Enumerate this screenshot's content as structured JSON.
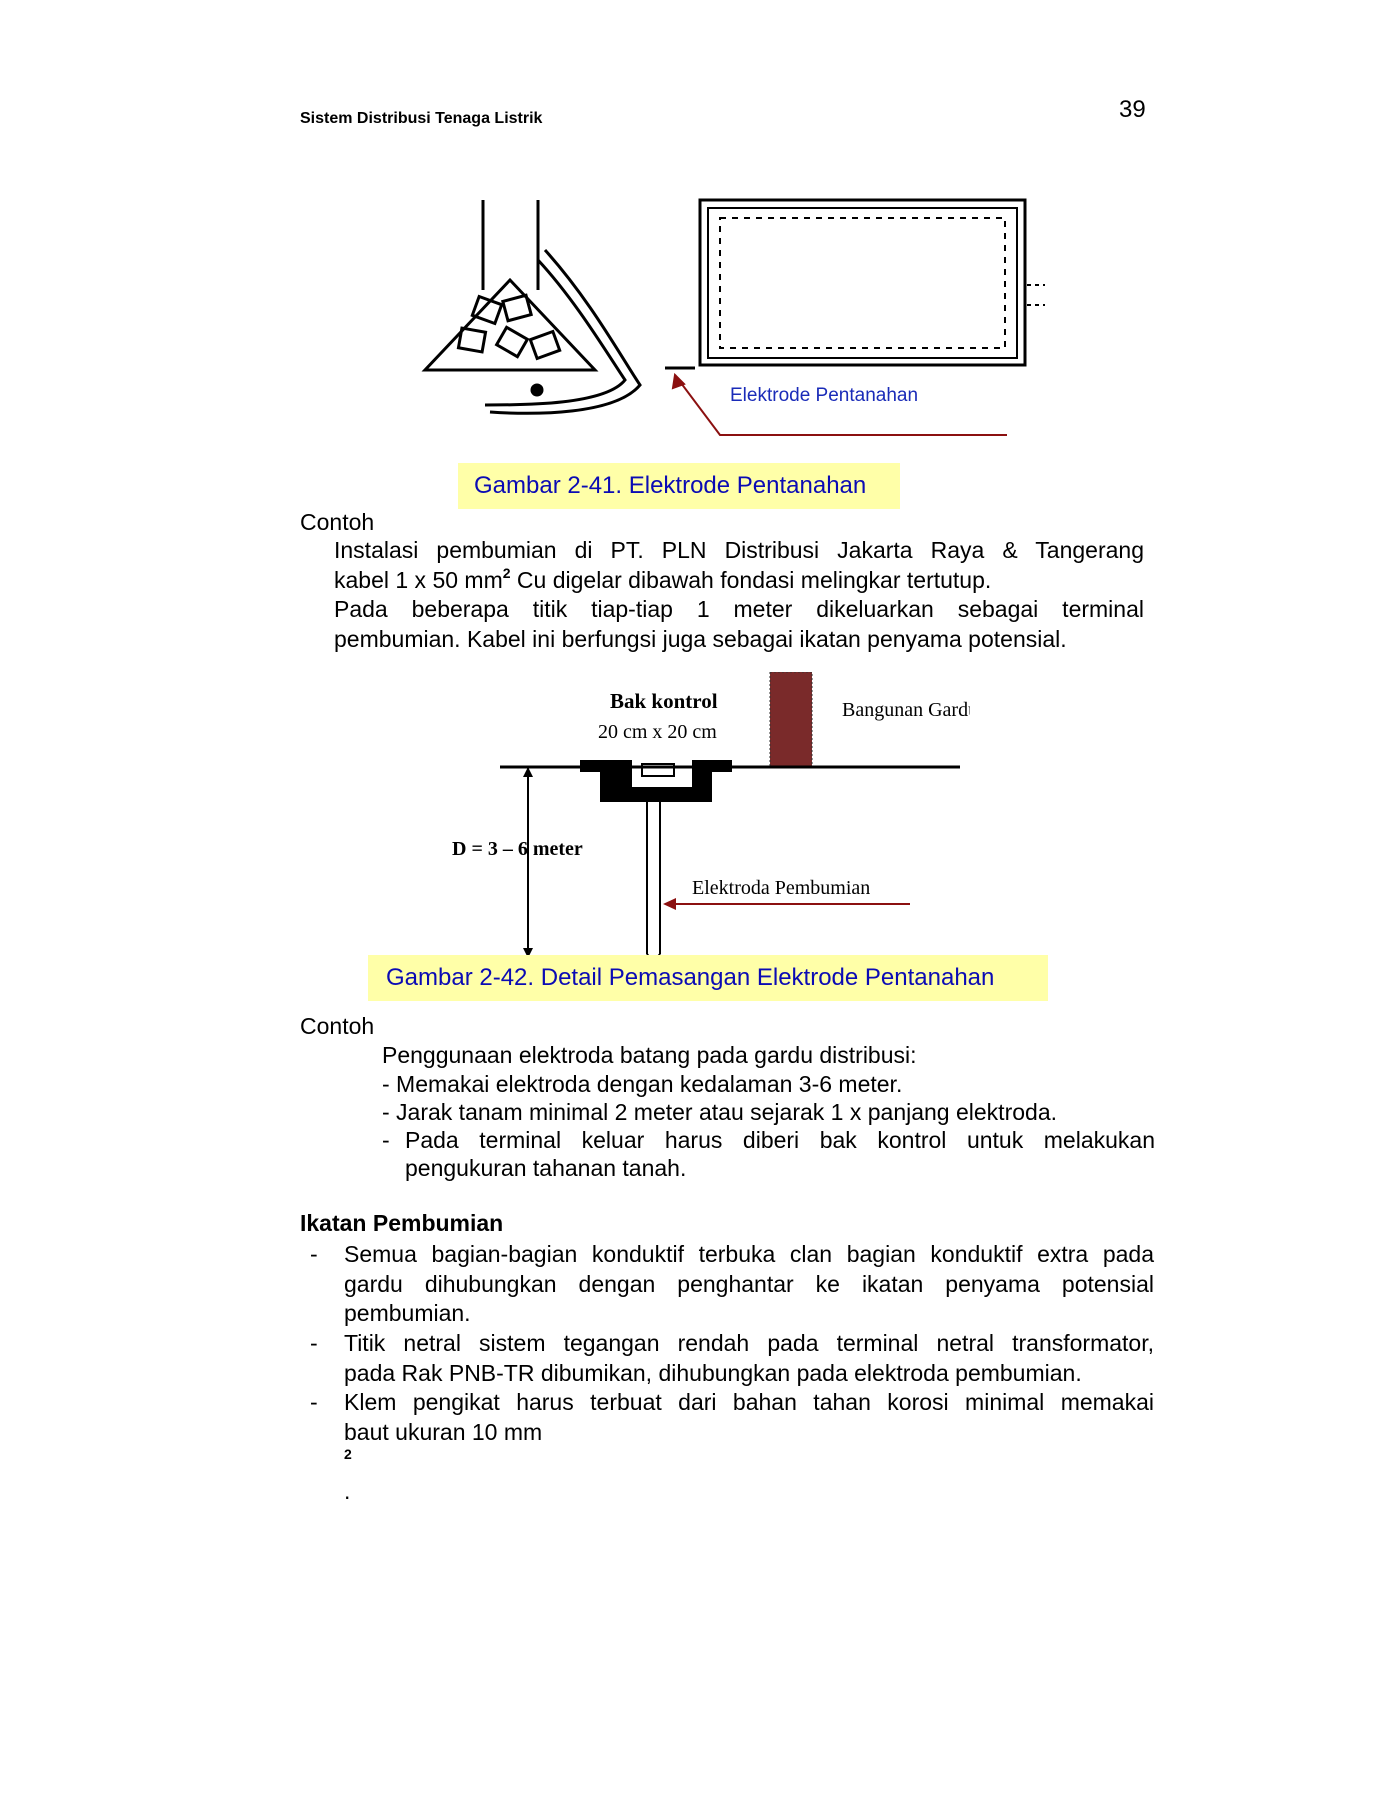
{
  "header": {
    "title": "Sistem Distribusi Tenaga Listrik",
    "page_number": "39"
  },
  "figure1": {
    "label": "Elektrode Pentanahan",
    "caption": "Gambar 2-41. Elektrode Pentanahan"
  },
  "example1": {
    "heading": "Contoh",
    "lines": [
      "Instalasi pembumian di PT. PLN Distribusi Jakarta Raya & Tangerang",
      "kabel 1 x 50 mm",
      "2",
      " Cu digelar dibawah fondasi melingkar tertutup.",
      "Pada beberapa titik tiap-tiap 1 meter dikeluarkan sebagai terminal",
      "pembumian. Kabel ini berfungsi juga sebagai ikatan penyama potensial."
    ]
  },
  "figure2": {
    "label_bak": "Bak kontrol",
    "label_size": "20 cm x 20 cm",
    "label_bangunan": "Bangunan Gardu",
    "label_depth": "D = 3 – 6 meter",
    "label_elektroda": "Elektroda Pembumian",
    "caption": "Gambar 2-42. Detail Pemasangan Elektrode Pentanahan"
  },
  "example2": {
    "heading": "Contoh",
    "intro": "Penggunaan elektroda batang pada gardu distribusi:",
    "items": [
      "-  Memakai elektroda dengan kedalaman 3-6 meter.",
      "- Jarak tanam minimal 2 meter atau sejarak 1 x panjang elektroda.",
      "Pada terminal keluar harus diberi bak kontrol untuk melakukan",
      "pengukuran tahanan tanah."
    ],
    "dash": "-"
  },
  "section": {
    "title": "Ikatan Pembumian",
    "dash": "-",
    "bullets": [
      [
        "Semua bagian-bagian konduktif terbuka clan bagian konduktif extra pada",
        "gardu dihubungkan dengan penghantar ke ikatan penyama potensial",
        "pembumian."
      ],
      [
        "Titik netral sistem tegangan rendah pada terminal netral transformator,",
        "pada Rak PNB-TR dibumikan, dihubungkan pada elektroda pembumian."
      ],
      [
        "Klem pengikat harus terbuat dari bahan tahan korosi minimal memakai",
        "baut ukuran 10 mm"
      ]
    ],
    "sup": "2",
    "end": "."
  }
}
